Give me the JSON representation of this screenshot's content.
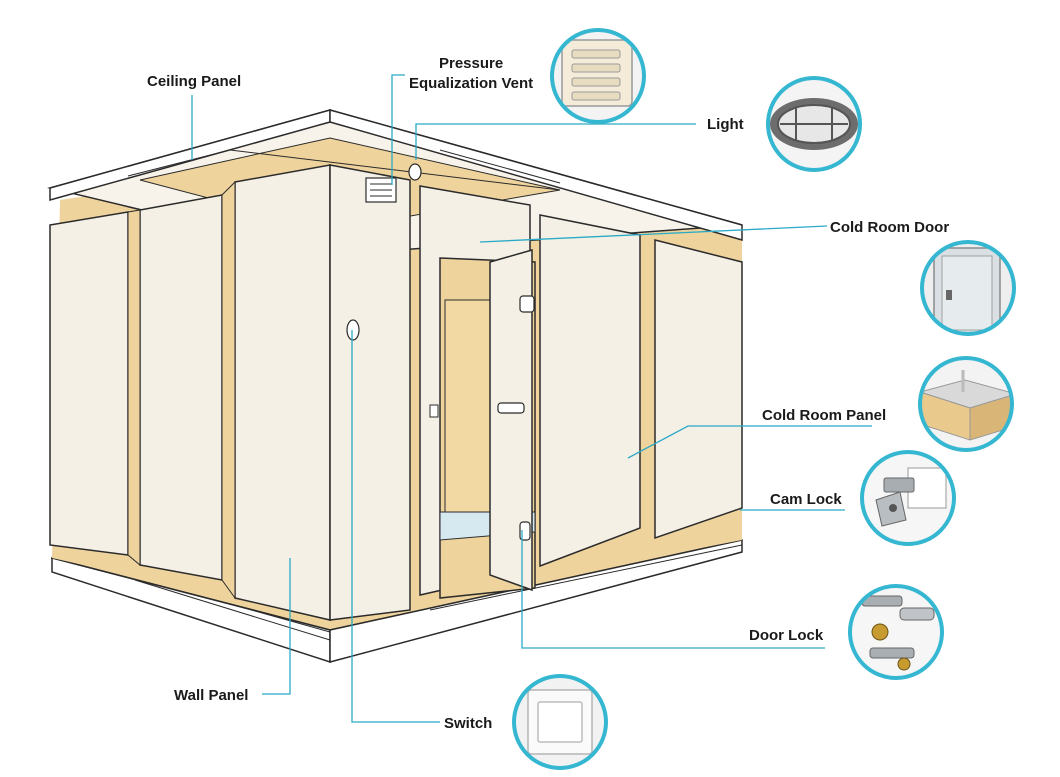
{
  "labels": {
    "ceiling_panel": "Ceiling Panel",
    "pressure_vent_line1": "Pressure",
    "pressure_vent_line2": "Equalization Vent",
    "light": "Light",
    "cold_room_door": "Cold Room Door",
    "cold_room_panel": "Cold Room Panel",
    "cam_lock": "Cam Lock",
    "door_lock": "Door Lock",
    "wall_panel": "Wall Panel",
    "switch": "Switch"
  },
  "colors": {
    "leader_line": "#2aaac7",
    "circle_border": "#36b7d1",
    "panel_face": "#f5f0e6",
    "panel_edge": "#2b2b2b",
    "insulation": "#eed39d"
  }
}
